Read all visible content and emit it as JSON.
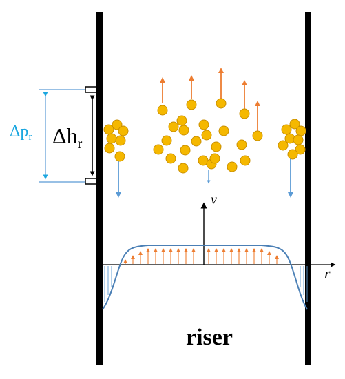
{
  "labels": {
    "pressure_drop_symbol": "Δp",
    "pressure_drop_subscript": "r",
    "height_symbol": "Δh",
    "height_subscript": "r",
    "velocity_axis": "v",
    "radius_axis": "r",
    "title": "riser"
  },
  "colors": {
    "wall": "#000000",
    "particle_fill": "#F5B800",
    "particle_stroke": "#C98F00",
    "upward_arrow": "#ED7D31",
    "downward_arrow": "#5B9BD5",
    "profile_curve": "#4A7FB5",
    "pressure_label": "#1CA7E0",
    "axis": "#000000"
  }
}
